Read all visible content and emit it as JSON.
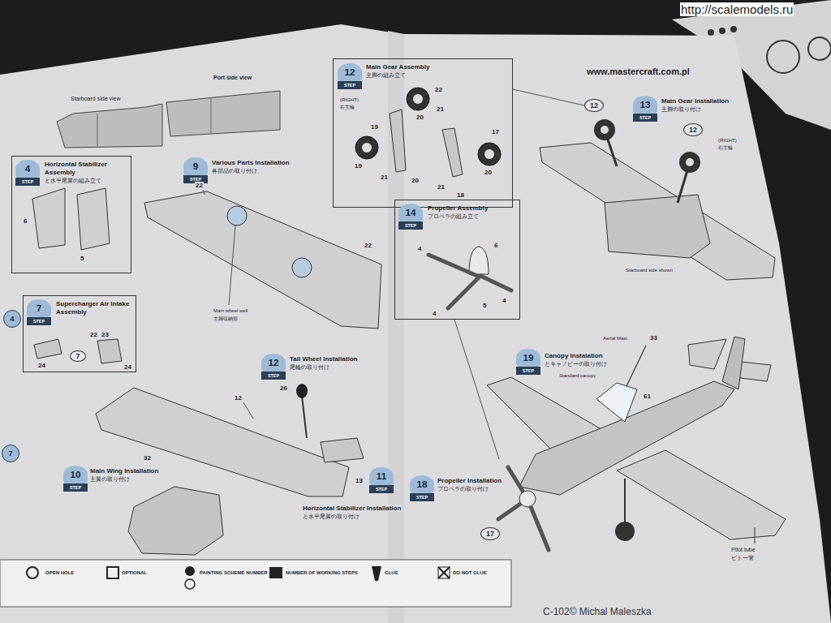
{
  "diagram": {
    "nodes": [
      {
        "text": [
          "Horizontal Stabilizer Assembly",
          "と水平尾翼の組み立て"
        ]
      },
      {
        "text": [
          "4",
          "STEP"
        ],
        "in": 0
      },
      {
        "text": [
          "9",
          "STEP"
        ]
      },
      {
        "text": [
          "Main Gear Assembly",
          "主脚の組み立て"
        ]
      },
      {
        "text": [
          "12",
          "STEP"
        ],
        "in": 3
      },
      {
        "text": [
          "13",
          "STEP"
        ]
      },
      {
        "text": [
          "12"
        ]
      },
      {
        "text": [
          "12"
        ]
      },
      {
        "text": [
          "Supercharger Air Intake Assembly"
        ]
      },
      {
        "text": [
          "7",
          "STEP"
        ],
        "in": 8
      },
      {
        "text": [
          "7"
        ],
        "in": 8
      },
      {
        "text": [
          "4"
        ]
      },
      {
        "text": [
          "Propeller Assembly",
          "プロペラの組み立て"
        ]
      },
      {
        "text": [
          "14",
          "STEP"
        ],
        "in": 12
      },
      {
        "text": [
          "12",
          "STEP"
        ]
      },
      {
        "text": [
          "19",
          "STEP"
        ]
      },
      {
        "text": [
          "7"
        ]
      },
      {
        "text": [
          "10",
          "STEP"
        ]
      },
      {
        "text": [
          "11",
          "STEP"
        ]
      },
      {
        "text": [
          "18",
          "STEP"
        ]
      },
      {
        "text": [
          "17"
        ]
      }
    ],
    "labels": [
      "http://scalemodels.ru",
      "www.mastercraft.com.pl",
      "Starboard side view",
      "Port side view",
      "Various Parts Installation",
      "各部品の取り付け",
      "22",
      "22",
      "Main wheel well",
      "主脚収納部",
      "6",
      "5",
      "(RIGHT)",
      "右主輪",
      "22",
      "20",
      "21",
      "19",
      "19",
      "21",
      "20",
      "21",
      "18",
      "17",
      "20",
      "24",
      "22",
      "23",
      "24",
      "Main Gear Installation",
      "主脚の取り付け",
      "(RIGHT)",
      "右主輪",
      "Starboard side shown",
      "4",
      "6",
      "5",
      "4",
      "4",
      "Tail Wheel Installation",
      "尾輪の取り付け",
      "12",
      "26",
      "Canopy Instalation",
      "とキャノピーの取り付け",
      "Aerial Mast",
      "33",
      "Standard canopy",
      "61",
      "Main Wing Installation",
      "主翼の取り付け",
      "32",
      "13",
      "Horizontal Stabilizer Installation",
      "と水平尾翼の取り付け",
      "Propeller Installation",
      "プロペラの取り付け",
      "Pitot tube",
      "ピトー管",
      "C-102© Michal Maleszka"
    ],
    "legend": [
      {
        "text": "OPEN HOLE"
      },
      {
        "text": "OPTIONAL"
      },
      {
        "text": "PAINTING SCHEME NUMBER"
      },
      {
        "text": "NUMBER OF WORKING STEPS"
      },
      {
        "text": "GLUE"
      },
      {
        "text": "DO NOT GLUE"
      }
    ]
  }
}
